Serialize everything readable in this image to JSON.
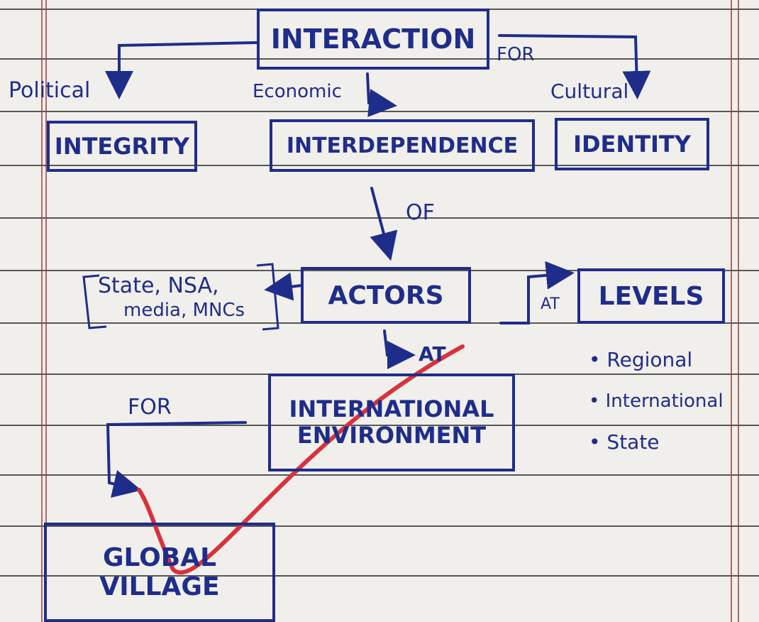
{
  "boxes": {
    "interaction": "INTERACTION",
    "integrity": "INTEGRITY",
    "interdependence": "INTERDEPENDENCE",
    "identity": "IDENTITY",
    "actors": "ACTORS",
    "levels": "LEVELS",
    "international_environment_line1": "INTERNATIONAL",
    "international_environment_line2": "ENVIRONMENT",
    "global_village_line1": "GLOBAL",
    "global_village_line2": "VILLAGE"
  },
  "labels": {
    "for_top": "FOR",
    "political": "Political",
    "economic": "Economic",
    "cultural": "Cultural",
    "of": "OF",
    "at_actors": "AT",
    "at_levels": "AT",
    "for_left": "FOR",
    "actors_examples_line1": "State, NSA,",
    "actors_examples_line2": "media, MNCs"
  },
  "levels_list": [
    "• Regional",
    "• International",
    "• State"
  ],
  "colors": {
    "ink": "#1f2d8a",
    "check": "#d8323c",
    "rule": "#3b3b3b",
    "margin": "#9a3b3b"
  }
}
